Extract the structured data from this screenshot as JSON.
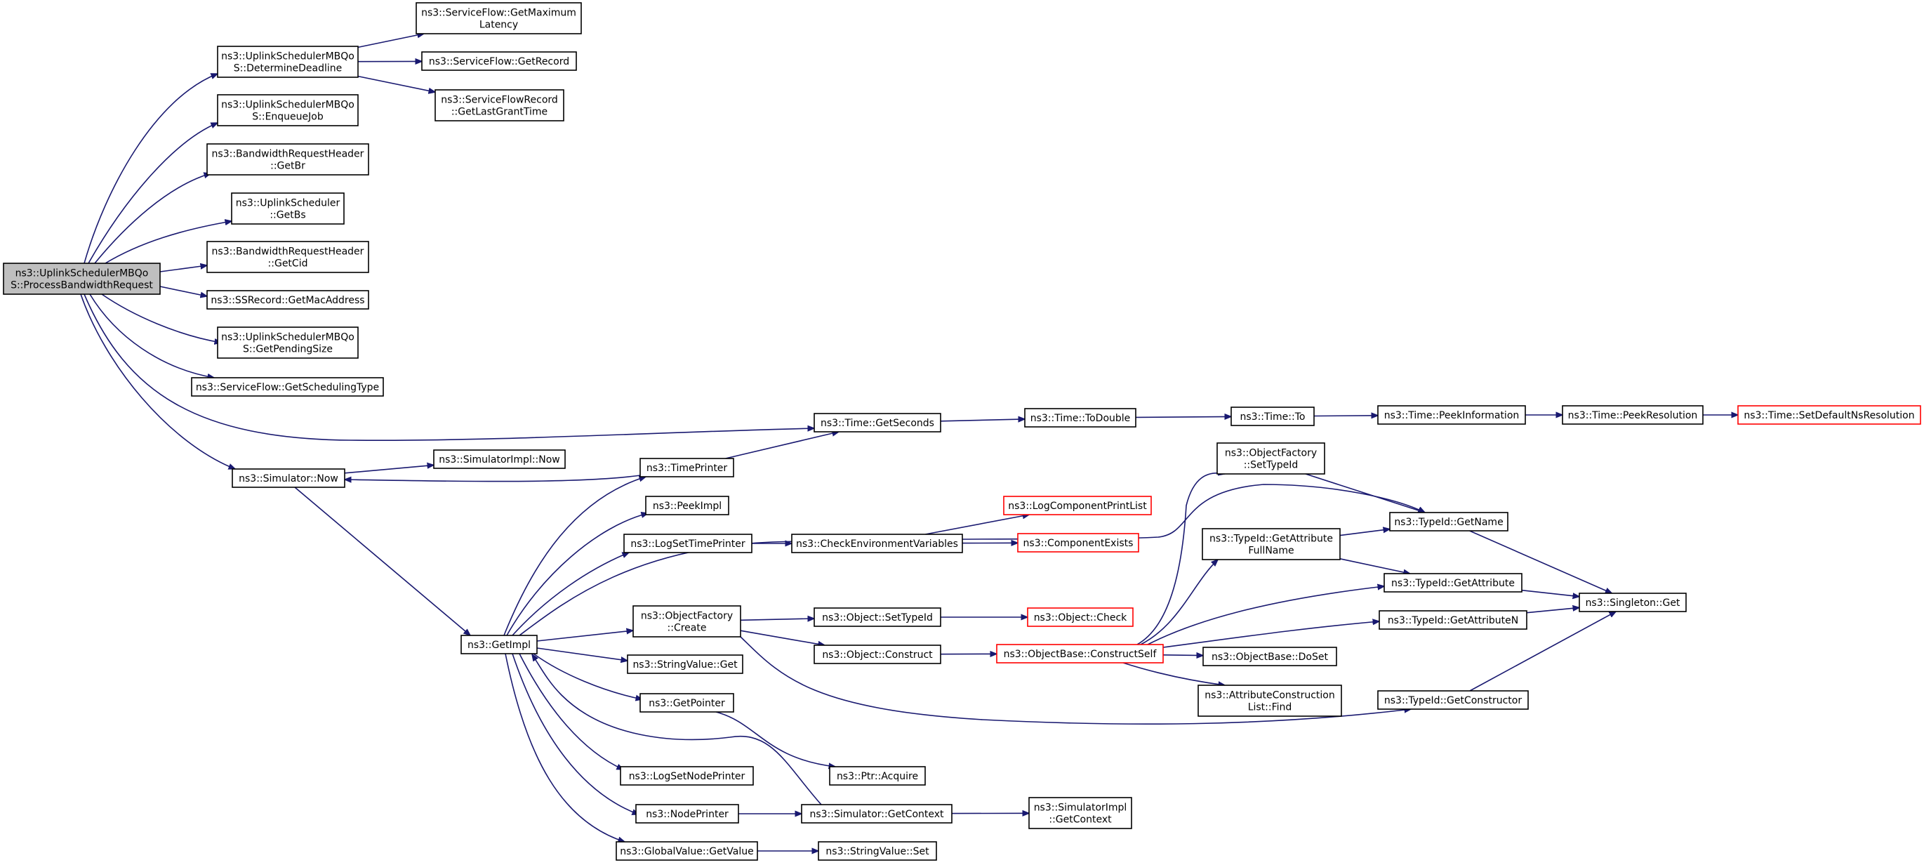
{
  "nodes": {
    "process_bandwidth_request": {
      "lines": [
        "ns3::UplinkSchedulerMBQo",
        "S::ProcessBandwidthRequest"
      ],
      "style": "root"
    },
    "determine_deadline": {
      "lines": [
        "ns3::UplinkSchedulerMBQo",
        "S::DetermineDeadline"
      ]
    },
    "enqueue_job": {
      "lines": [
        "ns3::UplinkSchedulerMBQo",
        "S::EnqueueJob"
      ]
    },
    "get_br": {
      "lines": [
        "ns3::BandwidthRequestHeader",
        "::GetBr"
      ]
    },
    "get_bs": {
      "lines": [
        "ns3::UplinkScheduler",
        "::GetBs"
      ]
    },
    "get_cid": {
      "lines": [
        "ns3::BandwidthRequestHeader",
        "::GetCid"
      ]
    },
    "get_mac_address": {
      "lines": [
        "ns3::SSRecord::GetMacAddress"
      ]
    },
    "get_pending_size": {
      "lines": [
        "ns3::UplinkSchedulerMBQo",
        "S::GetPendingSize"
      ]
    },
    "get_scheduling_type": {
      "lines": [
        "ns3::ServiceFlow::GetSchedulingType"
      ]
    },
    "simulator_now": {
      "lines": [
        "ns3::Simulator::Now"
      ]
    },
    "get_max_latency": {
      "lines": [
        "ns3::ServiceFlow::GetMaximum",
        "Latency"
      ]
    },
    "sf_get_record": {
      "lines": [
        "ns3::ServiceFlow::GetRecord"
      ]
    },
    "get_last_grant_time": {
      "lines": [
        "ns3::ServiceFlowRecord",
        "::GetLastGrantTime"
      ]
    },
    "time_get_seconds": {
      "lines": [
        "ns3::Time::GetSeconds"
      ]
    },
    "time_to_double": {
      "lines": [
        "ns3::Time::ToDouble"
      ]
    },
    "time_to": {
      "lines": [
        "ns3::Time::To"
      ]
    },
    "time_peek_information": {
      "lines": [
        "ns3::Time::PeekInformation"
      ]
    },
    "time_peek_resolution": {
      "lines": [
        "ns3::Time::PeekResolution"
      ]
    },
    "time_set_default_ns_resolution": {
      "lines": [
        "ns3::Time::SetDefaultNsResolution"
      ],
      "style": "truncated"
    },
    "simulator_impl_now": {
      "lines": [
        "ns3::SimulatorImpl::Now"
      ]
    },
    "get_impl": {
      "lines": [
        "ns3::GetImpl"
      ]
    },
    "time_printer": {
      "lines": [
        "ns3::TimePrinter"
      ]
    },
    "peek_impl": {
      "lines": [
        "ns3::PeekImpl"
      ]
    },
    "log_set_time_printer": {
      "lines": [
        "ns3::LogSetTimePrinter"
      ]
    },
    "check_env_vars": {
      "lines": [
        "ns3::CheckEnvironmentVariables"
      ]
    },
    "log_component_print_list": {
      "lines": [
        "ns3::LogComponentPrintList"
      ],
      "style": "truncated"
    },
    "component_exists": {
      "lines": [
        "ns3::ComponentExists"
      ],
      "style": "truncated"
    },
    "object_factory_create": {
      "lines": [
        "ns3::ObjectFactory",
        "::Create"
      ]
    },
    "object_set_type_id": {
      "lines": [
        "ns3::Object::SetTypeId"
      ]
    },
    "object_check": {
      "lines": [
        "ns3::Object::Check"
      ],
      "style": "truncated"
    },
    "object_construct": {
      "lines": [
        "ns3::Object::Construct"
      ]
    },
    "object_base_construct_self": {
      "lines": [
        "ns3::ObjectBase::ConstructSelf"
      ],
      "style": "truncated"
    },
    "object_factory_set_type_id": {
      "lines": [
        "ns3::ObjectFactory",
        "::SetTypeId"
      ]
    },
    "type_id_get_name": {
      "lines": [
        "ns3::TypeId::GetName"
      ]
    },
    "type_id_get_attribute_full_name": {
      "lines": [
        "ns3::TypeId::GetAttribute",
        "FullName"
      ]
    },
    "type_id_get_attribute": {
      "lines": [
        "ns3::TypeId::GetAttribute"
      ]
    },
    "type_id_get_attribute_n": {
      "lines": [
        "ns3::TypeId::GetAttributeN"
      ]
    },
    "singleton_get": {
      "lines": [
        "ns3::Singleton::Get"
      ]
    },
    "object_base_do_set": {
      "lines": [
        "ns3::ObjectBase::DoSet"
      ]
    },
    "attribute_construction_list_find": {
      "lines": [
        "ns3::AttributeConstruction",
        "List::Find"
      ]
    },
    "type_id_get_constructor": {
      "lines": [
        "ns3::TypeId::GetConstructor"
      ]
    },
    "string_value_get": {
      "lines": [
        "ns3::StringValue::Get"
      ]
    },
    "get_pointer": {
      "lines": [
        "ns3::GetPointer"
      ]
    },
    "ptr_acquire": {
      "lines": [
        "ns3::Ptr::Acquire"
      ]
    },
    "log_set_node_printer": {
      "lines": [
        "ns3::LogSetNodePrinter"
      ]
    },
    "node_printer": {
      "lines": [
        "ns3::NodePrinter"
      ]
    },
    "simulator_get_context": {
      "lines": [
        "ns3::Simulator::GetContext"
      ]
    },
    "simulator_impl_get_context": {
      "lines": [
        "ns3::SimulatorImpl",
        "::GetContext"
      ]
    },
    "global_value_get_value": {
      "lines": [
        "ns3::GlobalValue::GetValue"
      ]
    },
    "string_value_set": {
      "lines": [
        "ns3::StringValue::Set"
      ]
    }
  },
  "edges": [
    {
      "from": "process_bandwidth_request",
      "to": "determine_deadline"
    },
    {
      "from": "process_bandwidth_request",
      "to": "enqueue_job"
    },
    {
      "from": "process_bandwidth_request",
      "to": "get_br"
    },
    {
      "from": "process_bandwidth_request",
      "to": "get_bs"
    },
    {
      "from": "process_bandwidth_request",
      "to": "get_cid"
    },
    {
      "from": "process_bandwidth_request",
      "to": "get_mac_address"
    },
    {
      "from": "process_bandwidth_request",
      "to": "get_pending_size"
    },
    {
      "from": "process_bandwidth_request",
      "to": "get_scheduling_type"
    },
    {
      "from": "process_bandwidth_request",
      "to": "time_get_seconds"
    },
    {
      "from": "process_bandwidth_request",
      "to": "simulator_now"
    },
    {
      "from": "determine_deadline",
      "to": "get_max_latency"
    },
    {
      "from": "determine_deadline",
      "to": "sf_get_record"
    },
    {
      "from": "determine_deadline",
      "to": "get_last_grant_time"
    },
    {
      "from": "time_get_seconds",
      "to": "time_to_double"
    },
    {
      "from": "time_to_double",
      "to": "time_to"
    },
    {
      "from": "time_to",
      "to": "time_peek_information"
    },
    {
      "from": "time_peek_information",
      "to": "time_peek_resolution"
    },
    {
      "from": "time_peek_resolution",
      "to": "time_set_default_ns_resolution"
    },
    {
      "from": "simulator_now",
      "to": "simulator_impl_now"
    },
    {
      "from": "simulator_now",
      "to": "get_impl"
    },
    {
      "from": "time_printer",
      "to": "simulator_now"
    },
    {
      "from": "time_printer",
      "to": "time_get_seconds"
    },
    {
      "from": "get_impl",
      "to": "time_printer"
    },
    {
      "from": "get_impl",
      "to": "peek_impl"
    },
    {
      "from": "get_impl",
      "to": "log_set_time_printer"
    },
    {
      "from": "get_impl",
      "to": "type_id_get_name"
    },
    {
      "from": "get_impl",
      "to": "object_factory_create"
    },
    {
      "from": "get_impl",
      "to": "string_value_get"
    },
    {
      "from": "get_impl",
      "to": "get_pointer"
    },
    {
      "from": "get_impl",
      "to": "log_set_node_printer"
    },
    {
      "from": "get_impl",
      "to": "node_printer"
    },
    {
      "from": "get_impl",
      "to": "global_value_get_value"
    },
    {
      "from": "simulator_get_context",
      "to": "get_impl"
    },
    {
      "from": "log_set_time_printer",
      "to": "check_env_vars"
    },
    {
      "from": "check_env_vars",
      "to": "log_component_print_list"
    },
    {
      "from": "check_env_vars",
      "to": "component_exists"
    },
    {
      "from": "object_factory_create",
      "to": "object_set_type_id"
    },
    {
      "from": "object_factory_create",
      "to": "object_construct"
    },
    {
      "from": "object_factory_create",
      "to": "type_id_get_constructor"
    },
    {
      "from": "object_set_type_id",
      "to": "object_check"
    },
    {
      "from": "object_construct",
      "to": "object_base_construct_self"
    },
    {
      "from": "object_base_construct_self",
      "to": "object_factory_set_type_id"
    },
    {
      "from": "object_base_construct_self",
      "to": "type_id_get_attribute_full_name"
    },
    {
      "from": "object_base_construct_self",
      "to": "type_id_get_attribute"
    },
    {
      "from": "object_base_construct_self",
      "to": "type_id_get_attribute_n"
    },
    {
      "from": "object_base_construct_self",
      "to": "object_base_do_set"
    },
    {
      "from": "object_base_construct_self",
      "to": "attribute_construction_list_find"
    },
    {
      "from": "object_factory_set_type_id",
      "to": "type_id_get_name"
    },
    {
      "from": "type_id_get_attribute_full_name",
      "to": "type_id_get_name"
    },
    {
      "from": "type_id_get_attribute_full_name",
      "to": "type_id_get_attribute"
    },
    {
      "from": "type_id_get_name",
      "to": "singleton_get"
    },
    {
      "from": "type_id_get_attribute",
      "to": "singleton_get"
    },
    {
      "from": "type_id_get_attribute_n",
      "to": "singleton_get"
    },
    {
      "from": "type_id_get_constructor",
      "to": "singleton_get"
    },
    {
      "from": "get_pointer",
      "to": "ptr_acquire"
    },
    {
      "from": "node_printer",
      "to": "simulator_get_context"
    },
    {
      "from": "simulator_get_context",
      "to": "simulator_impl_get_context"
    },
    {
      "from": "global_value_get_value",
      "to": "string_value_set"
    }
  ],
  "colors": {
    "edge": "#191970",
    "root_fill": "#bfbfbf",
    "truncated_border": "#ff0000"
  }
}
